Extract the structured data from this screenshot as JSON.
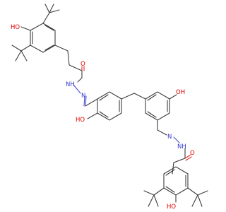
{
  "molecule": {
    "labels": {
      "hydroxyl_top_left": "HO",
      "carbonyl_o_top": "O",
      "nh_top": "NH",
      "n_imine_top": "N",
      "hydroxyl_upper_middle": "HO",
      "hydroxyl_mid_right": "OH",
      "n_imine_bottom": "N",
      "nh_bottom": "NH",
      "carbonyl_o_bottom": "O",
      "hydroxyl_bottom": "HO"
    },
    "colors": {
      "bond": "#3c3c3c",
      "nitrogen": "#3838c8",
      "oxygen": "#e00000",
      "background": "#ffffff"
    }
  }
}
